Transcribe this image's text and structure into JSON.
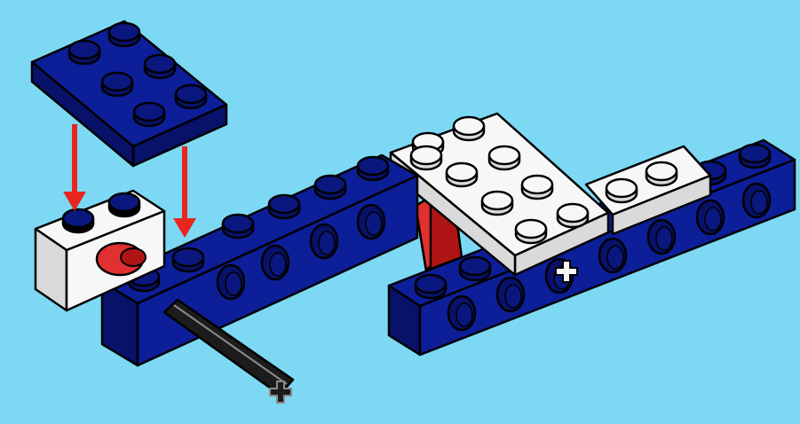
{
  "scene": {
    "type": "building-instruction-step",
    "background_color": "#7DD8F3",
    "colors": {
      "blue": "#0D1E99",
      "blue_dark": "#08126A",
      "blue_stud": "#0A177F",
      "white": "#F7F7F7",
      "white_shade": "#DADADA",
      "red": "#B01515",
      "red_light": "#E03030",
      "arrow": "#E8261E",
      "axle": "#1C1C1C",
      "axle_highlight": "#8A8A8A",
      "outline": "#000000"
    }
  },
  "parts": {
    "blue_plate_2x3": {
      "color": "blue",
      "studs": 6,
      "action": "added"
    },
    "white_brick_1x2": {
      "color": "white",
      "studs": 2
    },
    "red_connector_peg": {
      "color": "red"
    },
    "blue_beam_long": {
      "color": "blue",
      "holes": 7
    },
    "blue_beam_short": {
      "color": "blue",
      "holes": 5
    },
    "white_plate_large": {
      "color": "white",
      "studs": 10
    },
    "white_plate_small": {
      "color": "white",
      "studs": 2
    },
    "red_brick": {
      "color": "red"
    },
    "black_axle": {
      "color": "axle"
    },
    "axle_hole_icon": {
      "symbol": "cross"
    }
  },
  "arrows": {
    "count": 2,
    "direction": "down",
    "color": "arrow"
  }
}
